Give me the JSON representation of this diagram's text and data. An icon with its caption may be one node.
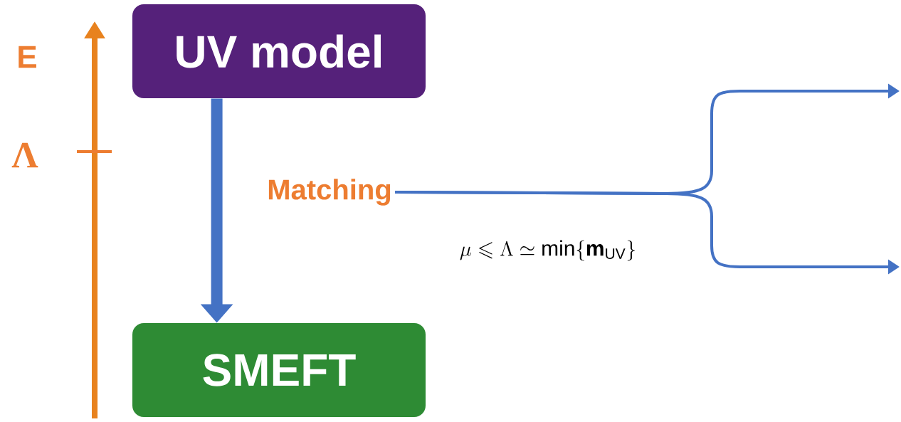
{
  "diagram": {
    "nodes": [
      {
        "text": [
          "UV model"
        ]
      },
      {
        "text": [
          "SMEFT"
        ]
      },
      {
        "text": [
          "Matching"
        ]
      }
    ],
    "edges": [
      {
        "from": 0,
        "to": 1,
        "arrow": "to",
        "style": "thick"
      },
      {
        "from": 2,
        "to": null,
        "arrow": "to"
      },
      {
        "from": 2,
        "to": null,
        "arrow": "to"
      }
    ],
    "labels": [
      "E",
      "Λ",
      "\\mu \\leqslant \\Lambda \\simeq \\min\\{\\mathbf{m}_{\\rm UV}\\}"
    ]
  }
}
